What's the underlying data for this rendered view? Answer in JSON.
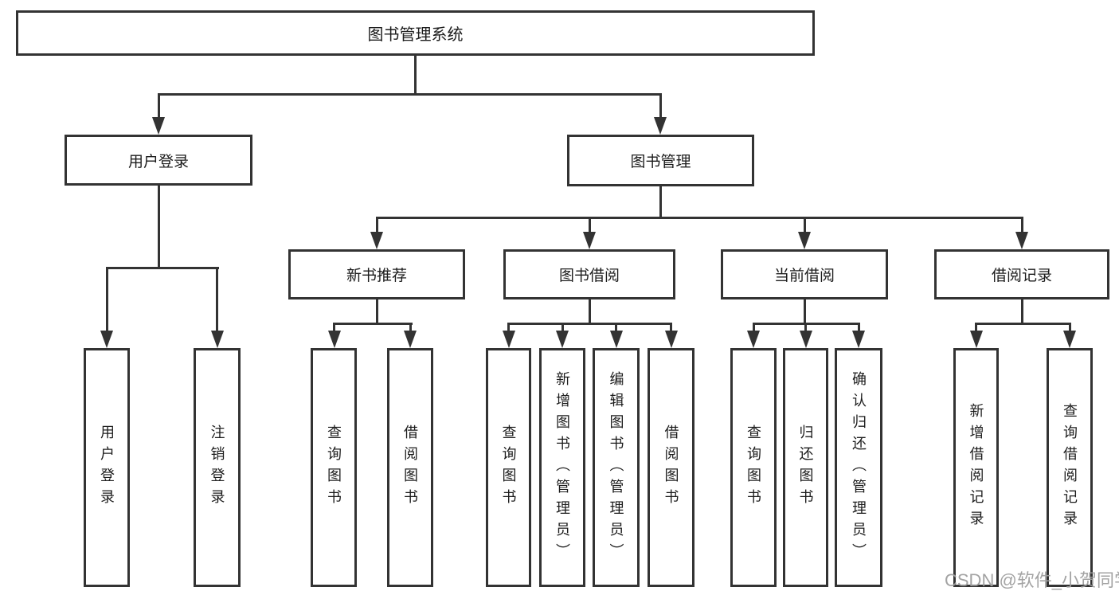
{
  "nodes": {
    "root": {
      "label": "图书管理系统"
    },
    "level2": [
      {
        "label": "用户登录"
      },
      {
        "label": "图书管理"
      }
    ],
    "level3": [
      {
        "label": "新书推荐"
      },
      {
        "label": "图书借阅"
      },
      {
        "label": "当前借阅"
      },
      {
        "label": "借阅记录"
      }
    ],
    "leaves": [
      {
        "label": "用户登录"
      },
      {
        "label": "注销登录"
      },
      {
        "label": "查询图书"
      },
      {
        "label": "借阅图书"
      },
      {
        "label": "查询图书"
      },
      {
        "label": "新增图书（管理员）"
      },
      {
        "label": "编辑图书（管理员）"
      },
      {
        "label": "借阅图书"
      },
      {
        "label": "查询图书"
      },
      {
        "label": "归还图书"
      },
      {
        "label": "确认归还（管理员）"
      },
      {
        "label": "新增借阅记录"
      },
      {
        "label": "查询借阅记录"
      }
    ]
  },
  "hierarchy": {
    "图书管理系统": {
      "用户登录": [
        "用户登录",
        "注销登录"
      ],
      "图书管理": {
        "新书推荐": [
          "查询图书",
          "借阅图书"
        ],
        "图书借阅": [
          "查询图书",
          "新增图书（管理员）",
          "编辑图书（管理员）",
          "借阅图书"
        ],
        "当前借阅": [
          "查询图书",
          "归还图书",
          "确认归还（管理员）"
        ],
        "借阅记录": [
          "新增借阅记录",
          "查询借阅记录"
        ]
      }
    }
  },
  "watermark": {
    "text": "CSDN @软件_小贺同学"
  },
  "colors": {
    "line": "#333333",
    "box_border": "#333333",
    "box_fill": "#ffffff",
    "text": "#1c1c1c",
    "watermark": "#9e9e9e",
    "background": "#ffffff"
  }
}
